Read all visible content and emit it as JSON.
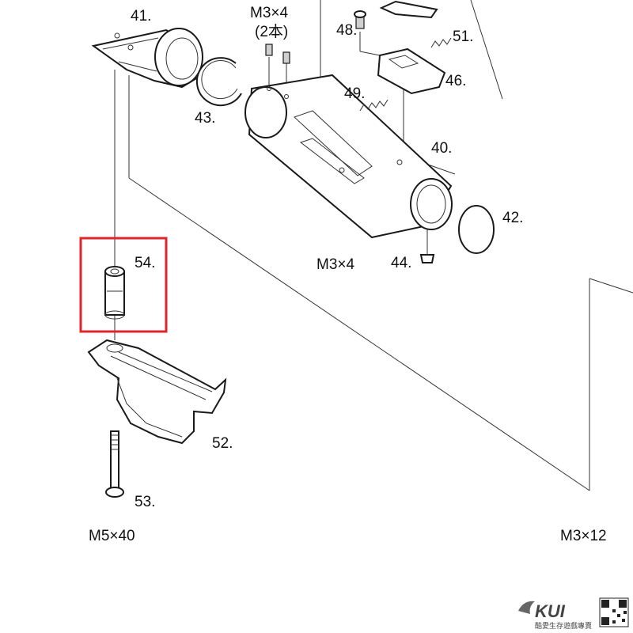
{
  "labels": {
    "p40": "40.",
    "p41": "41.",
    "p42": "42.",
    "p43": "43.",
    "p44": "44.",
    "p46": "46.",
    "p48": "48.",
    "p49": "49.",
    "p51": "51.",
    "p52": "52.",
    "p53": "53.",
    "p54": "54.",
    "m3x4_top": "M3×4",
    "qty_2": "(2本)",
    "m3x4_mid": "M3×4",
    "m5x40": "M5×40",
    "m3x12": "M3×12"
  },
  "watermark": {
    "brand": "KUI",
    "tagline": "酷愛生存遊戲專賣"
  },
  "colors": {
    "highlight_box": "#e0242b",
    "line_art": "#1a1a1a",
    "background": "#ffffff"
  }
}
